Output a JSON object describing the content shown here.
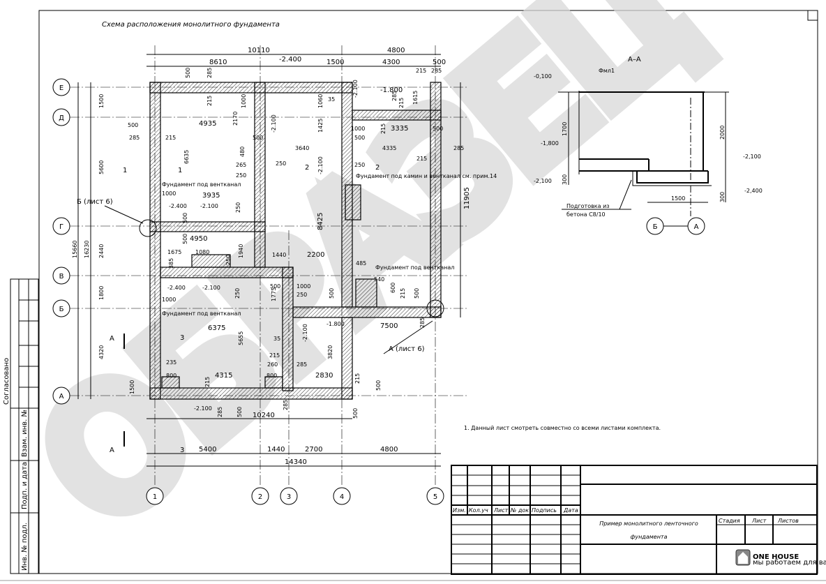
{
  "title": "Схема расположения монолитного фундамента",
  "watermark": "ОБРАЗЕЦ",
  "axes": {
    "columns": [
      "1",
      "2",
      "3",
      "4",
      "5"
    ],
    "rows": [
      "Е",
      "Д",
      "Г",
      "В",
      "Б",
      "А"
    ]
  },
  "plan": {
    "dims_top": [
      "10110",
      "4800",
      "8610",
      "-2.400",
      "1500",
      "4300",
      "500",
      "215",
      "285",
      "-2.100",
      "-1.800",
      "500",
      "285",
      "215",
      "1000",
      "2170",
      "1060",
      "35",
      "1425",
      "1615",
      "285",
      "215",
      "3335",
      "1000",
      "215",
      "500"
    ],
    "dims_mid": [
      "500",
      "285",
      "4935",
      "215",
      "500",
      "6635",
      "480",
      "265",
      "-2.100",
      "3640",
      "4335",
      "500",
      "285",
      "215",
      "250",
      "250",
      "250",
      "2",
      "2",
      "-2.100",
      "1",
      "1",
      "1000",
      "3935",
      "-2.400",
      "-2.100",
      "250",
      "500",
      "4950",
      "1940",
      "250",
      "1675",
      "1080",
      "385",
      "500",
      "1440",
      "2200",
      "8425",
      "11905",
      "1000",
      "-2.400",
      "-2.100",
      "500",
      "1775",
      "1000",
      "250",
      "250",
      "500",
      "485",
      "540",
      "600",
      "215",
      "500",
      "285",
      "-1.800",
      "7500",
      "6375",
      "5655",
      "35",
      "-2.100",
      "3820",
      "3",
      "3",
      "235",
      "215",
      "260",
      "285",
      "800",
      "4315",
      "800",
      "215",
      "2830",
      "215",
      "500",
      "-2.100",
      "285",
      "500",
      "500",
      "285"
    ],
    "dims_left": [
      "1500",
      "5600",
      "15660",
      "16230",
      "2440",
      "1800",
      "4320",
      "1500"
    ],
    "dims_bottom": [
      "10240",
      "5400",
      "1440",
      "2700",
      "4800",
      "14340"
    ],
    "notes": [
      "Фундамент под вентканал",
      "Фундамент под камин и вентканал см. прим.14",
      "Фундамент под вентканал",
      "Фундамент под вентканал"
    ],
    "callouts": [
      "Б (лист 6)",
      "А (лист 6)",
      "А",
      "А"
    ]
  },
  "section": {
    "title": "А–А",
    "mark": "Фмл1",
    "levels": [
      "-0,100",
      "-1,800",
      "-2,100",
      "-2,100",
      "-2,400"
    ],
    "dims": [
      "1700",
      "300",
      "2000",
      "300",
      "1500"
    ],
    "note_line1": "Подготовка из",
    "note_line2": "бетона С8/10",
    "axis_from": "Б",
    "axis_to": "А"
  },
  "note": "1.  Данный лист смотреть совместно со всеми листами комплекта.",
  "stamp_left": [
    "Согласовано",
    "Взам. инв. №",
    "Подп. и дата",
    "Инв. № подл."
  ],
  "title_block": {
    "headers": [
      "Изм.",
      "Кол.уч",
      "Лист",
      "№ док",
      "Подпись",
      "Дата"
    ],
    "drawing_name_line1": "Пример монолитного ленточного",
    "drawing_name_line2": "фундамента",
    "stage_headers": [
      "Стадия",
      "Лист",
      "Листов"
    ],
    "logo_name": "ONE HOUSE",
    "logo_tagline": "мы работаем для вас"
  }
}
